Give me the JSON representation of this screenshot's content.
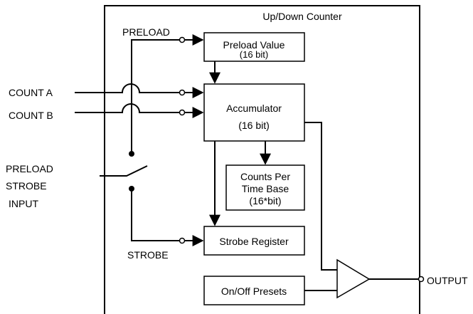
{
  "counter": {
    "title": "Up/Down Counter"
  },
  "signals": {
    "preload": "PRELOAD",
    "count_a": "COUNT A",
    "count_b": "COUNT B",
    "strobe": "STROBE",
    "output": "OUTPUT",
    "preload_strobe_input": [
      "PRELOAD",
      "STROBE",
      "INPUT"
    ]
  },
  "blocks": {
    "preload_value": [
      "Preload Value",
      "(16 bit)"
    ],
    "accumulator": [
      "Accumulator",
      "(16 bit)"
    ],
    "counts_per_time_base": [
      "Counts Per",
      "Time Base",
      "(16*bit)"
    ],
    "strobe_register": "Strobe Register",
    "on_off_presets": "On/Off Presets"
  }
}
